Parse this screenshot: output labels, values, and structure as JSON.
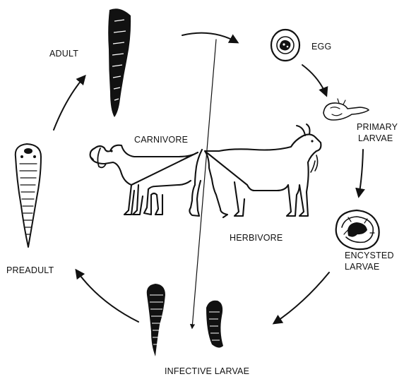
{
  "labels": {
    "adult": "ADULT",
    "egg": "EGG",
    "primary_line1": "PRIMARY",
    "primary_line2": "LARVAE",
    "carnivore": "CARNIVORE",
    "herbivore": "HERBIVORE",
    "encysted_line1": "ENCYSTED",
    "encysted_line2": "LARVAE",
    "preadult": "PREADULT",
    "infective": "INFECTIVE LARVAE"
  },
  "colors": {
    "ink": "#111111",
    "background": "#ffffff"
  }
}
